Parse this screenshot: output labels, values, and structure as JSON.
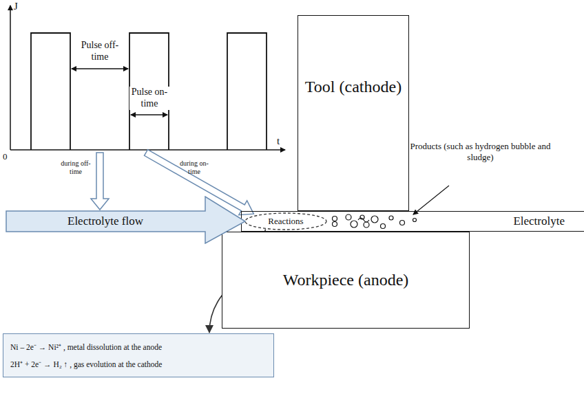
{
  "diagram": {
    "nodes": [
      {
        "text": [
          "Tool (cathode)"
        ]
      },
      {
        "text": [
          "Electrolyte"
        ]
      },
      {
        "text": [
          "Workpiece (anode)"
        ]
      },
      {
        "text": [
          "Electrolyte flow"
        ]
      },
      {
        "text": [
          "Reactions"
        ]
      },
      {
        "text": [
          "Ni – 2e⁻ → Ni²⁺ , metal dissolution at the anode",
          "2H⁺ + 2e⁻ → H₂ ↑ , gas evolution at the cathode"
        ]
      }
    ],
    "edges": [
      {
        "from": 4,
        "to": 5,
        "arrow": "to"
      }
    ],
    "labels": [
      "J",
      "Pulse off-time",
      "Pulse on-time",
      "0",
      "t",
      "during off-time",
      "during on-time",
      "Products (such as hydrogen bubble and sludge)"
    ]
  }
}
